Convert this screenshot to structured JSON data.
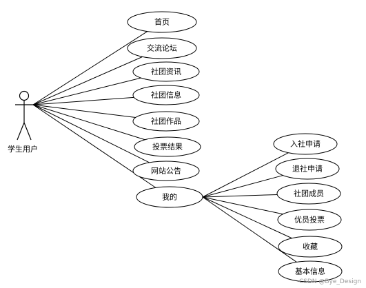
{
  "actor": {
    "label": "学生用户"
  },
  "main_use_cases": [
    {
      "id": "home",
      "label": "首页"
    },
    {
      "id": "forum",
      "label": "交流论坛"
    },
    {
      "id": "club-news",
      "label": "社团资讯"
    },
    {
      "id": "club-info",
      "label": "社团信息"
    },
    {
      "id": "club-works",
      "label": "社团作品"
    },
    {
      "id": "vote-results",
      "label": "投票结果"
    },
    {
      "id": "site-notice",
      "label": "网站公告"
    },
    {
      "id": "mine",
      "label": "我的"
    }
  ],
  "mine_use_cases": [
    {
      "id": "join-apply",
      "label": "入社申请"
    },
    {
      "id": "quit-apply",
      "label": "退社申请"
    },
    {
      "id": "club-members",
      "label": "社团成员"
    },
    {
      "id": "excellent-vote",
      "label": "优员投票"
    },
    {
      "id": "favorites",
      "label": "收藏"
    },
    {
      "id": "basic-info",
      "label": "基本信息"
    }
  ],
  "watermark": "CSDN @Bye_Design"
}
